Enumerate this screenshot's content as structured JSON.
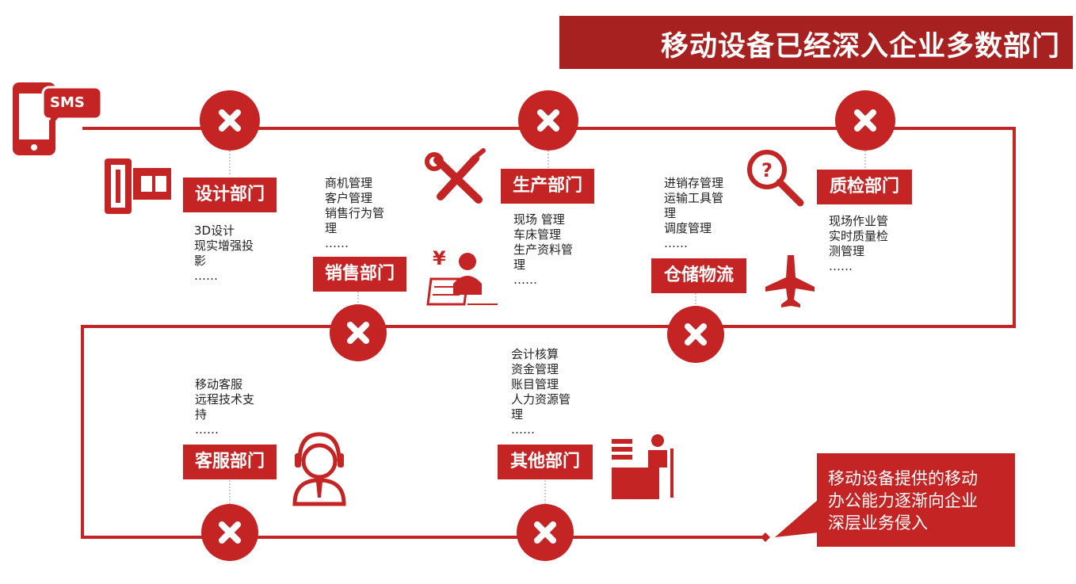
{
  "title": "移动设备已经深入企业多数部门",
  "sms_badge": "SMS",
  "currency_symbol": "¥",
  "accent_color": "#c42424",
  "title_bar_color": "#a82121",
  "departments": [
    {
      "name": "设计部门",
      "icon": "film-roll-icon",
      "items": [
        "3D设计",
        "现实增强投",
        "影",
        "……"
      ]
    },
    {
      "name": "销售部门",
      "icon": "cashier-icon",
      "items": [
        "商机管理",
        "客户管理",
        "销售行为管",
        "理",
        "……"
      ]
    },
    {
      "name": "生产部门",
      "icon": "tools-icon",
      "items": [
        "现场 管理",
        "车床管理",
        "生产资料管",
        "理",
        "……"
      ]
    },
    {
      "name": "仓储物流",
      "icon": "airplane-icon",
      "items": [
        "进销存管理",
        "运输工具管",
        "理",
        "调度管理",
        "……"
      ]
    },
    {
      "name": "质检部门",
      "icon": "magnifier-question-icon",
      "items": [
        "现场作业管",
        "实时质量检",
        "测管理",
        "……"
      ]
    },
    {
      "name": "客服部门",
      "icon": "headset-agent-icon",
      "items": [
        "移动客服",
        "远程技术支",
        "持",
        "……"
      ]
    },
    {
      "name": "其他部门",
      "icon": "office-desk-icon",
      "items": [
        "会计核算",
        "资金管理",
        "账目管理",
        "人力资源管",
        "理",
        "……"
      ]
    }
  ],
  "callout": {
    "lines": [
      "移动设备提供的移动",
      "办公能力逐渐向企业",
      "深层业务侵入"
    ]
  },
  "icons": [
    "phone-icon",
    "sms-bubble-icon",
    "close-x-icon"
  ]
}
